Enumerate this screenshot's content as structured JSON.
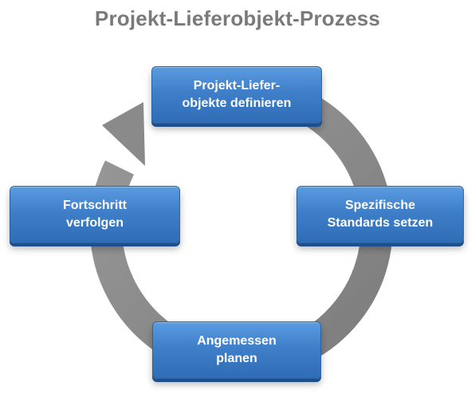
{
  "diagram": {
    "title": "Projekt-Lieferobjekt-Prozess",
    "steps": [
      "Projekt-Liefer-\nobjekte definieren",
      "Spezifische\nStandards setzen",
      "Angemessen\nplanen",
      "Fortschritt\nverfolgen"
    ]
  },
  "colors": {
    "title": "#7a7a7a",
    "box": "#3f7fc9",
    "arrow": "#8c8c8c"
  }
}
